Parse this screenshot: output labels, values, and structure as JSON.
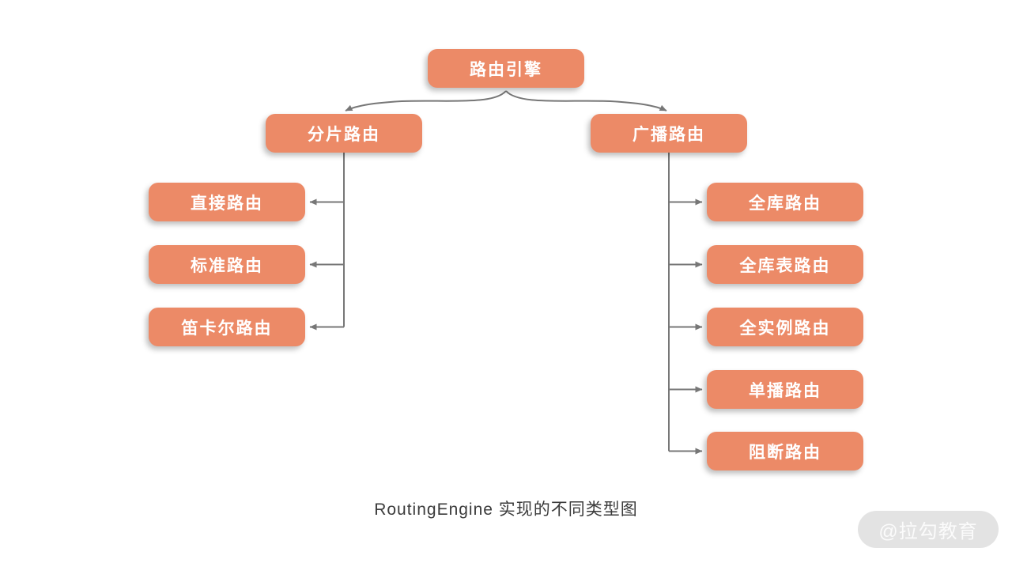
{
  "diagram": {
    "root": {
      "label": "路由引擎"
    },
    "left_branch": {
      "label": "分片路由",
      "children": [
        {
          "label": "直接路由"
        },
        {
          "label": "标准路由"
        },
        {
          "label": "笛卡尔路由"
        }
      ]
    },
    "right_branch": {
      "label": "广播路由",
      "children": [
        {
          "label": "全库路由"
        },
        {
          "label": "全库表路由"
        },
        {
          "label": "全实例路由"
        },
        {
          "label": "单播路由"
        },
        {
          "label": "阻断路由"
        }
      ]
    },
    "caption": "RoutingEngine 实现的不同类型图",
    "watermark": "@拉勾教育",
    "colors": {
      "node_fill": "#EC8A67",
      "node_text": "#FFFFFF",
      "connector": "#777777",
      "caption_text": "#3B3B3B",
      "watermark_bg": "#E3E3E3",
      "watermark_text": "#FBFBFB"
    }
  }
}
